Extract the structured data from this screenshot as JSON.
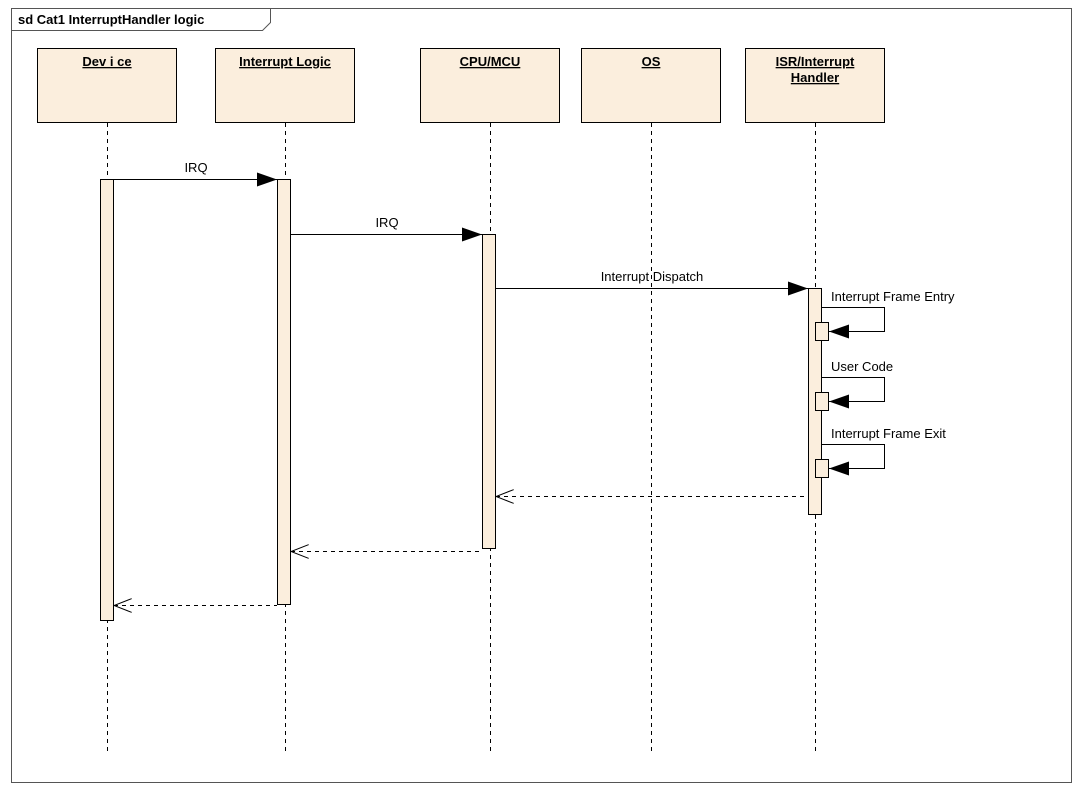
{
  "diagram": {
    "frame_title": "sd Cat1 InterruptHandler logic",
    "colors": {
      "lifeline_fill": "#fbeedd",
      "line": "#000000",
      "background": "#ffffff"
    },
    "lifelines": [
      {
        "id": "device",
        "label_lines": [
          "Dev i ce"
        ]
      },
      {
        "id": "interrupt-logic",
        "label_lines": [
          "Interrupt Logic"
        ]
      },
      {
        "id": "cpu-mcu",
        "label_lines": [
          "CPU/MCU"
        ]
      },
      {
        "id": "os",
        "label_lines": [
          "OS"
        ]
      },
      {
        "id": "isr-handler",
        "label_lines": [
          "ISR/Interrupt",
          "Handler"
        ]
      }
    ],
    "messages": [
      {
        "label": "IRQ",
        "from": "device",
        "to": "interrupt-logic",
        "kind": "sync"
      },
      {
        "label": "IRQ",
        "from": "interrupt-logic",
        "to": "cpu-mcu",
        "kind": "sync"
      },
      {
        "label": "Interrupt Dispatch",
        "from": "cpu-mcu",
        "to": "isr-handler",
        "kind": "sync"
      },
      {
        "label": "Interrupt Frame Entry",
        "from": "isr-handler",
        "to": "isr-handler",
        "kind": "self"
      },
      {
        "label": "User Code",
        "from": "isr-handler",
        "to": "isr-handler",
        "kind": "self"
      },
      {
        "label": "Interrupt Frame Exit",
        "from": "isr-handler",
        "to": "isr-handler",
        "kind": "self"
      },
      {
        "label": "",
        "from": "isr-handler",
        "to": "cpu-mcu",
        "kind": "return"
      },
      {
        "label": "",
        "from": "cpu-mcu",
        "to": "interrupt-logic",
        "kind": "return"
      },
      {
        "label": "",
        "from": "interrupt-logic",
        "to": "device",
        "kind": "return"
      }
    ]
  }
}
